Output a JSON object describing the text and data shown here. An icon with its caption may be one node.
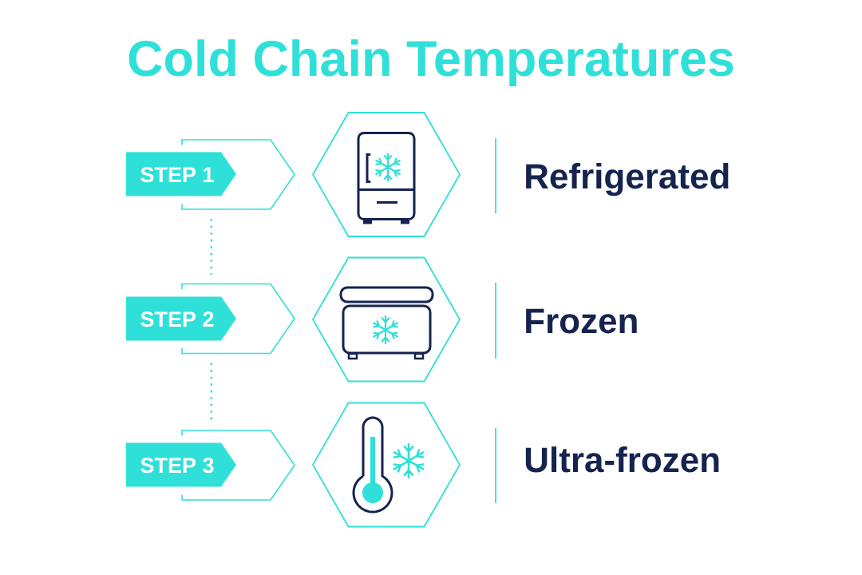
{
  "diagram": {
    "title": "Cold Chain Temperatures",
    "nodes": [
      {
        "text": [
          "STEP 1"
        ]
      },
      {
        "text": [],
        "shape": "chevron"
      },
      {
        "text": [],
        "shape": "hexagon"
      },
      {
        "text": [
          "STEP 2"
        ]
      },
      {
        "text": [],
        "shape": "chevron"
      },
      {
        "text": [],
        "shape": "hexagon"
      },
      {
        "text": [
          "STEP 3"
        ]
      },
      {
        "text": [],
        "shape": "chevron"
      },
      {
        "text": [],
        "shape": "hexagon"
      }
    ],
    "edges": [
      {
        "from": 1,
        "to": 4,
        "arrow": "none",
        "style": "dashed"
      },
      {
        "from": 4,
        "to": 7,
        "arrow": "none",
        "style": "dashed"
      }
    ],
    "labels": [
      "Refrigerated",
      "Frozen",
      "Ultra-frozen"
    ]
  }
}
